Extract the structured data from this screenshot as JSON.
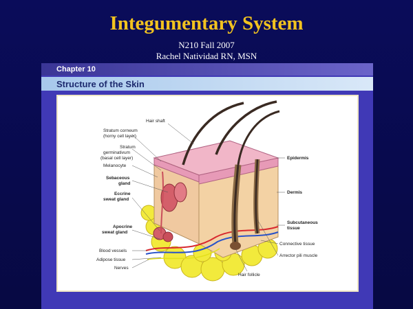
{
  "slide": {
    "title": "Integumentary System",
    "course": "N210 Fall 2007",
    "author": "Rachel Natividad RN, MSN"
  },
  "figure": {
    "chapter": "Chapter 10",
    "heading": "Structure of the Skin",
    "labels_left": {
      "stratum_corneum": "Stratum corneum",
      "stratum_corneum_sub": "(horny cell layer)",
      "stratum_germ": "Stratum",
      "stratum_germ2": "germinativum",
      "stratum_germ_sub": "(basal cell layer)",
      "melanocyte": "Melanocyte",
      "sebaceous": "Sebaceous",
      "sebaceous2": "gland",
      "eccrine": "Eccrine",
      "eccrine2": "sweat gland",
      "apocrine": "Apocrine",
      "apocrine2": "sweat gland",
      "blood_vessels": "Blood vessels",
      "adipose": "Adipose tissue",
      "nerves": "Nerves"
    },
    "labels_top": {
      "hair_shaft": "Hair shaft"
    },
    "labels_right": {
      "epidermis": "Epidermis",
      "dermis": "Dermis",
      "subcutaneous": "Subcutaneous",
      "subcutaneous2": "tissue",
      "connective": "Connective tissue",
      "arrector": "Arrector pili muscle",
      "hair_follicle": "Hair follicle"
    },
    "colors": {
      "epidermis": "#e79ab7",
      "dermis": "#f3d2a4",
      "fat": "#f2ea3c",
      "hair": "#3a2a22",
      "gland": "#d45f6a"
    }
  }
}
